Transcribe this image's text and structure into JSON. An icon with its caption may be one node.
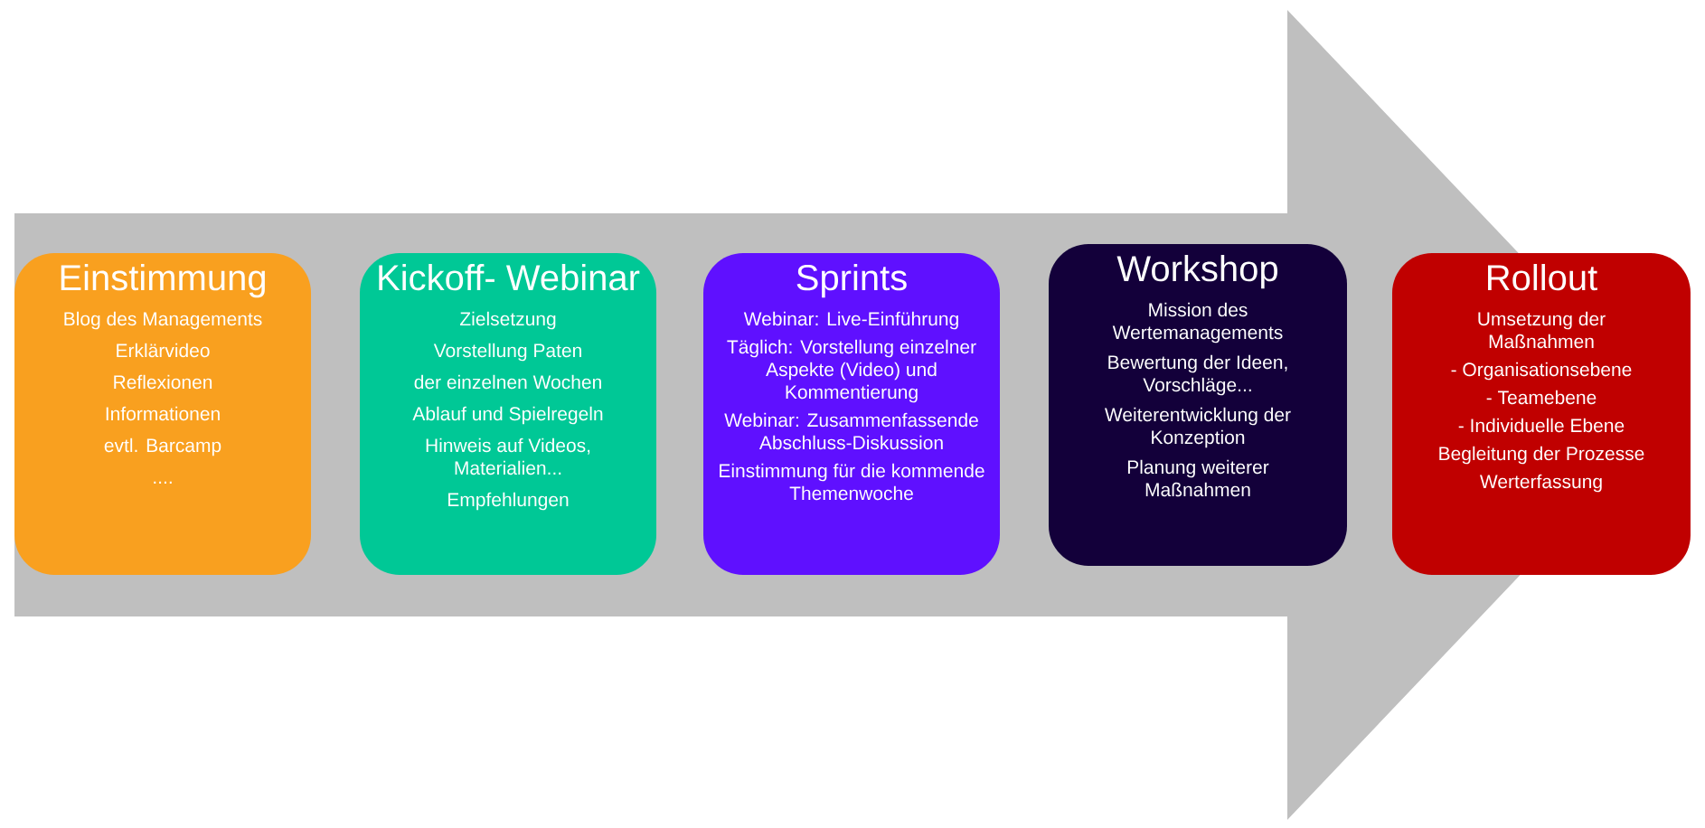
{
  "diagram": {
    "nodes": [
      {
        "text": [
          "Einstimmung",
          "Blog des Managements",
          "Erklärvideo",
          "Reflexionen",
          "Informationen",
          "evtl. Barcamp",
          "...."
        ]
      },
      {
        "text": [
          "Kickoff- Webinar",
          "Zielsetzung",
          "Vorstellung Paten",
          "der einzelnen Wochen",
          "Ablauf und Spielregeln",
          "Hinweis auf Videos, Materialien...",
          "Empfehlungen"
        ]
      },
      {
        "text": [
          "Sprints",
          "Webinar: Live-Einführung",
          "Täglich: Vorstellung einzelner Aspekte (Video) und Kommentierung",
          "Webinar: Zusammenfassende Abschluss-Diskussion",
          "Einstimmung für die kommende Themenwoche"
        ]
      },
      {
        "text": [
          "Workshop",
          "Mission des Wertemanagements",
          "Bewertung der Ideen, Vorschläge...",
          "Weiterentwicklung der Konzeption",
          "Planung weiterer Maßnahmen"
        ]
      },
      {
        "text": [
          "Rollout",
          "Umsetzung der Maßnahmen",
          "- Organisationsebene",
          "- Teamebene",
          "- Individuelle Ebene",
          "Begleitung der Prozesse",
          "Werterfassung"
        ]
      }
    ],
    "edges": [
      {
        "from": 0,
        "to": 4,
        "arrow": "to"
      }
    ]
  }
}
